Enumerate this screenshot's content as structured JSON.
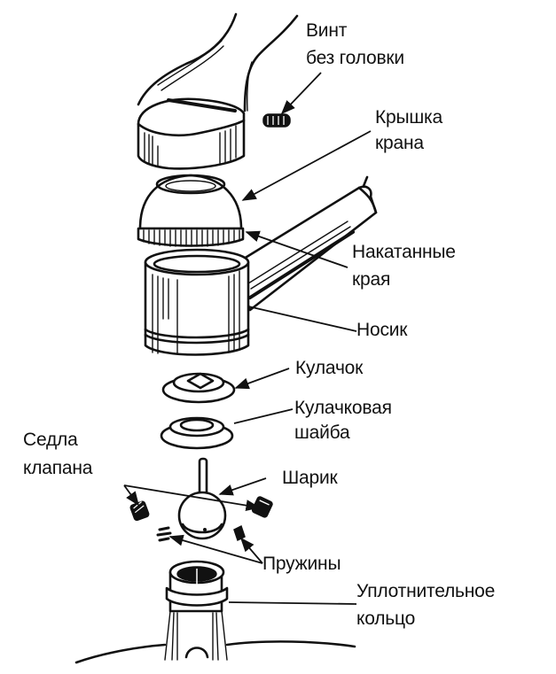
{
  "title": "Шаровой смеситель — детали",
  "colors": {
    "ink": "#111111",
    "background": "#ffffff"
  },
  "labels": {
    "setscrew": {
      "line1": "Винт",
      "line2": "без головки"
    },
    "cap": {
      "line1": "Крышка",
      "line2": "крана"
    },
    "knurled": {
      "line1": "Накатанные",
      "line2": "края"
    },
    "spout": {
      "line1": "Носик"
    },
    "cam": {
      "line1": "Кулачок"
    },
    "cam_washer": {
      "line1": "Кулачковая",
      "line2": "шайба"
    },
    "valve_seats": {
      "line1": "Седла",
      "line2": "клапана"
    },
    "ball": {
      "line1": "Шарик"
    },
    "springs": {
      "line1": "Пружины"
    },
    "o_ring": {
      "line1": "Уплотнительное",
      "line2": "кольцо"
    }
  }
}
